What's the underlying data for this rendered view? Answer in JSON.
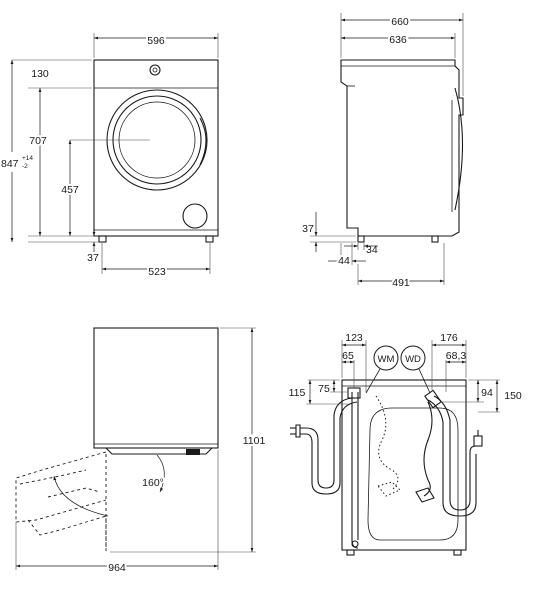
{
  "front_view": {
    "width": "596",
    "lid_height": "130",
    "door_center_height": "707",
    "height_main": "847",
    "height_tolerance": "+14",
    "height_tolerance_minus": "-2",
    "door_bottom_height": "457",
    "foot_height": "37",
    "feet_spacing": "523"
  },
  "side_view": {
    "depth_total": "660",
    "depth_body": "636",
    "foot_height": "37",
    "foot_width": "34",
    "foot_offset": "44",
    "feet_depth": "491"
  },
  "door_view": {
    "height_open": "1101",
    "opening_angle": "160°",
    "width_open": "964"
  },
  "rear_view": {
    "wm_bubble": "WM",
    "wd_bubble": "WD",
    "left_hose_offset": "123",
    "left_inlet_offset": "65",
    "right_hose_offset": "176",
    "right_inlet_offset": "68,3",
    "left_top_gap": "75",
    "left_total_gap": "115",
    "right_top_gap": "94",
    "right_total_gap": "150"
  }
}
